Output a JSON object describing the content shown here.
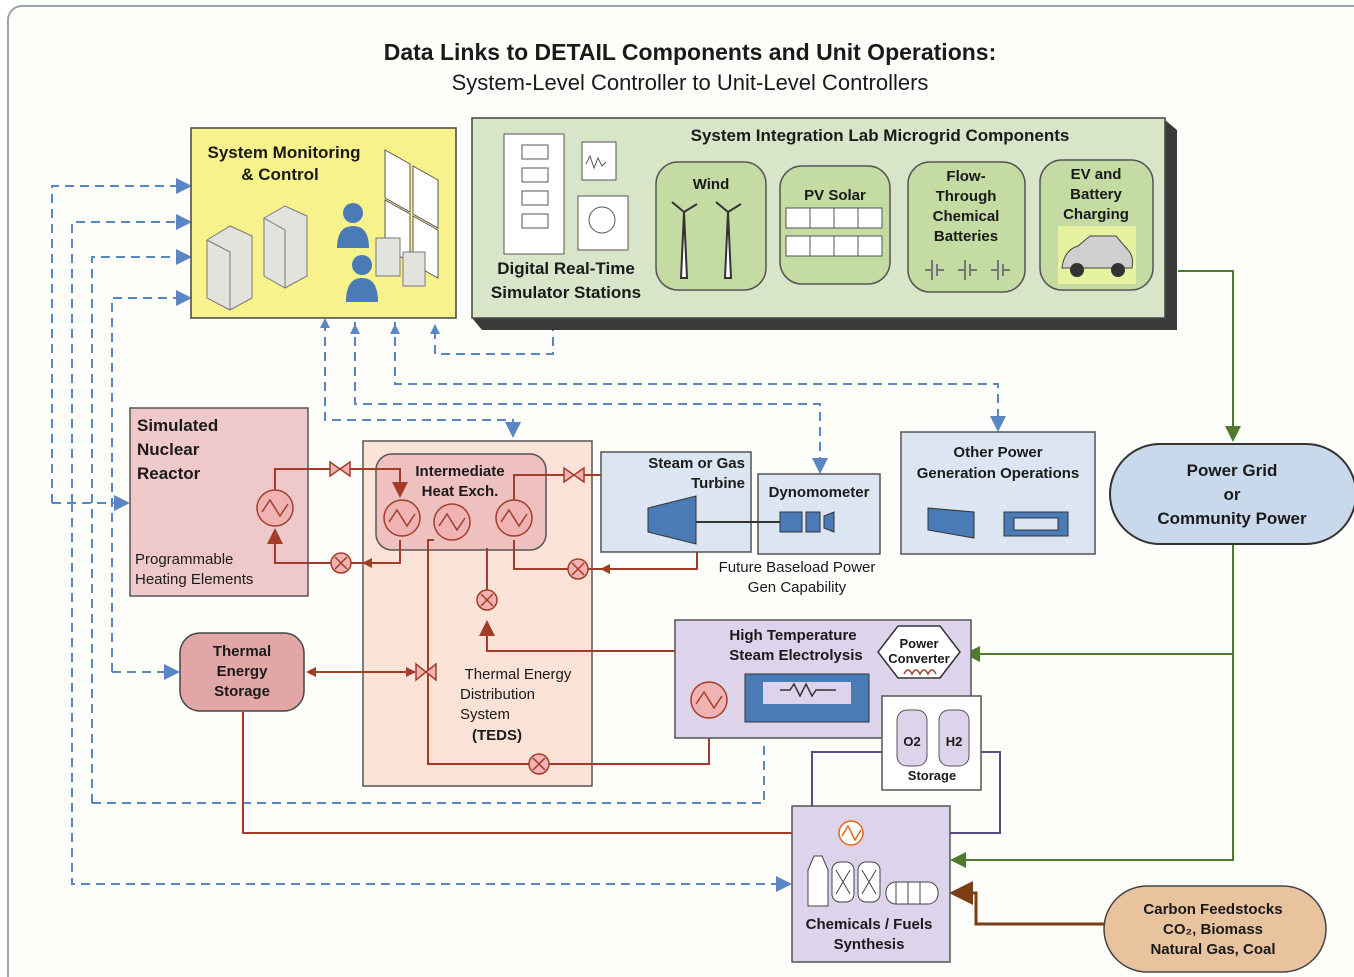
{
  "title": "Data Links to DETAIL Components and Unit Operations:",
  "subtitle": "System-Level Controller to Unit-Level Controllers",
  "monitoring": {
    "line1": "System Monitoring",
    "line2": "& Control"
  },
  "microgrid": {
    "title": "System Integration Lab Microgrid Components",
    "simulator": {
      "line1": "Digital Real-Time",
      "line2": "Simulator Stations"
    },
    "wind": "Wind",
    "pv": "PV Solar",
    "flow": [
      "Flow-",
      "Through",
      "Chemical",
      "Batteries"
    ],
    "ev": [
      "EV and",
      "Battery",
      "Charging"
    ]
  },
  "reactor": {
    "lines": [
      "Simulated",
      "Nuclear",
      "Reactor"
    ],
    "heating": [
      "Programmable",
      "Heating Elements"
    ]
  },
  "ihx": [
    "Intermediate",
    "Heat Exch."
  ],
  "teds": [
    "Thermal Energy",
    "Distribution",
    "System",
    "(TEDS)"
  ],
  "turbine": [
    "Steam or Gas",
    "Turbine"
  ],
  "dyno": "Dynomometer",
  "future": [
    "Future Baseload Power",
    "Gen Capability"
  ],
  "other_power": [
    "Other Power",
    "Generation Operations"
  ],
  "grid": [
    "Power Grid",
    "or",
    "Community Power"
  ],
  "thermal_storage": [
    "Thermal",
    "Energy",
    "Storage"
  ],
  "htse": [
    "High Temperature",
    "Steam Electrolysis"
  ],
  "power_converter": [
    "Power",
    "Converter"
  ],
  "storage": {
    "o2": "O2",
    "h2": "H2",
    "label": "Storage"
  },
  "chem": [
    "Chemicals / Fuels",
    "Synthesis"
  ],
  "carbon": [
    "Carbon Feedstocks",
    "CO₂, Biomass",
    "Natural Gas, Coal"
  ],
  "colors": {
    "monitor": "#f7f28c",
    "microgrid": "#d9e5c8",
    "reactor": "#efc9c9",
    "teds": "#fbe3d8",
    "blue_box": "#dce6f2",
    "purple_box": "#ddd3ea",
    "grid": "#c9d9ec",
    "carbon": "#e8c39e",
    "data_link": "#5b86c4",
    "thermal_line": "#a33d2a",
    "power_line": "#4f7a2f",
    "feed_line": "#7a3d14"
  }
}
